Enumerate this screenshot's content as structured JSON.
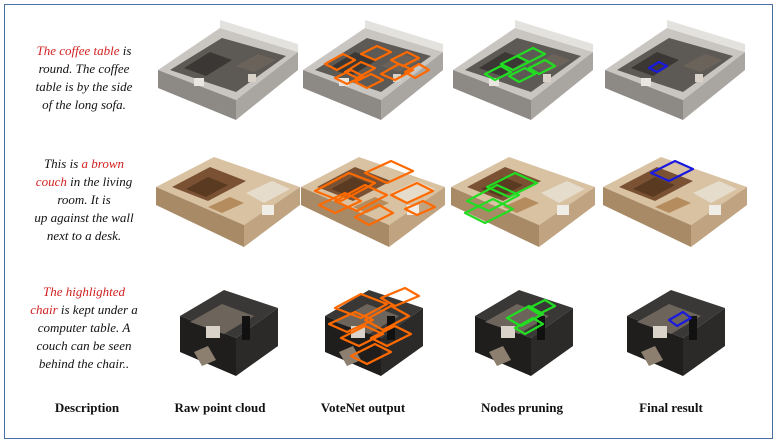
{
  "rows": [
    {
      "lines": [
        {
          "parts": [
            {
              "t": "The coffee table",
              "hl": true
            },
            {
              "t": " is",
              "hl": false
            }
          ]
        },
        {
          "parts": [
            {
              "t": "round. The coffee",
              "hl": false
            }
          ]
        },
        {
          "parts": [
            {
              "t": "table is by the side",
              "hl": false
            }
          ]
        },
        {
          "parts": [
            {
              "t": "of the long sofa.",
              "hl": false
            }
          ]
        }
      ]
    },
    {
      "lines": [
        {
          "parts": [
            {
              "t": "This is ",
              "hl": false
            },
            {
              "t": "a brown",
              "hl": true
            }
          ]
        },
        {
          "parts": [
            {
              "t": "couch",
              "hl": true
            },
            {
              "t": " in the living",
              "hl": false
            }
          ]
        },
        {
          "parts": [
            {
              "t": "room.  It is",
              "hl": false
            }
          ]
        },
        {
          "parts": [
            {
              "t": "up against the wall",
              "hl": false
            }
          ]
        },
        {
          "parts": [
            {
              "t": "next to a desk.",
              "hl": false
            }
          ]
        }
      ]
    },
    {
      "lines": [
        {
          "parts": [
            {
              "t": "The highlighted",
              "hl": true
            }
          ]
        },
        {
          "parts": [
            {
              "t": "chair",
              "hl": true
            },
            {
              "t": " is kept under a",
              "hl": false
            }
          ]
        },
        {
          "parts": [
            {
              "t": "computer table. A",
              "hl": false
            }
          ]
        },
        {
          "parts": [
            {
              "t": "couch can be seen",
              "hl": false
            }
          ]
        },
        {
          "parts": [
            {
              "t": "behind the chair..",
              "hl": false
            }
          ]
        }
      ]
    }
  ],
  "column_labels": {
    "description": "Description",
    "raw": "Raw point cloud",
    "votenet": "VoteNet output",
    "pruning": "Nodes pruning",
    "final": "Final result"
  },
  "colors": {
    "highlight_text": "#d32020",
    "votenet_boxes": "#ff6a00",
    "pruning_boxes": "#22dd22",
    "final_box": "#1a1adf",
    "frame_border": "#4a6fa5"
  }
}
